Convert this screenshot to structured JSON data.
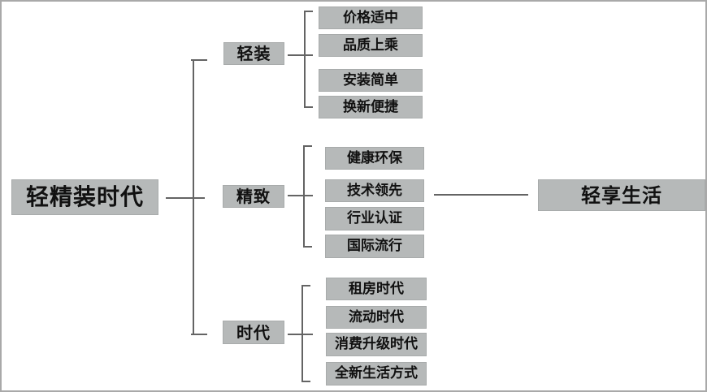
{
  "diagram": {
    "root": {
      "label": "轻精装时代"
    },
    "branches": [
      {
        "label": "轻装",
        "items": [
          "价格适中",
          "品质上乘",
          "安装简单",
          "换新便捷"
        ]
      },
      {
        "label": "精致",
        "items": [
          "健康环保",
          "技术领先",
          "行业认证",
          "国际流行"
        ]
      },
      {
        "label": "时代",
        "items": [
          "租房时代",
          "流动时代",
          "消费升级时代",
          "全新生活方式"
        ]
      }
    ],
    "result": {
      "label": "轻享生活"
    },
    "colors": {
      "box_fill": "#b6b9b9",
      "box_border": "#a8abab",
      "connector_line": "#646464",
      "text": "#111111",
      "canvas_border": "#a9a9a9",
      "background": "#ffffff"
    }
  }
}
